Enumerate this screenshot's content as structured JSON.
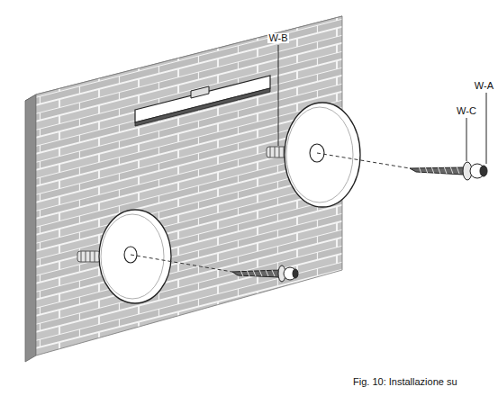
{
  "diagram": {
    "caption": "Fig. 10: Installazione su",
    "labels": [
      "W-B",
      "W-A",
      "W-C"
    ]
  }
}
